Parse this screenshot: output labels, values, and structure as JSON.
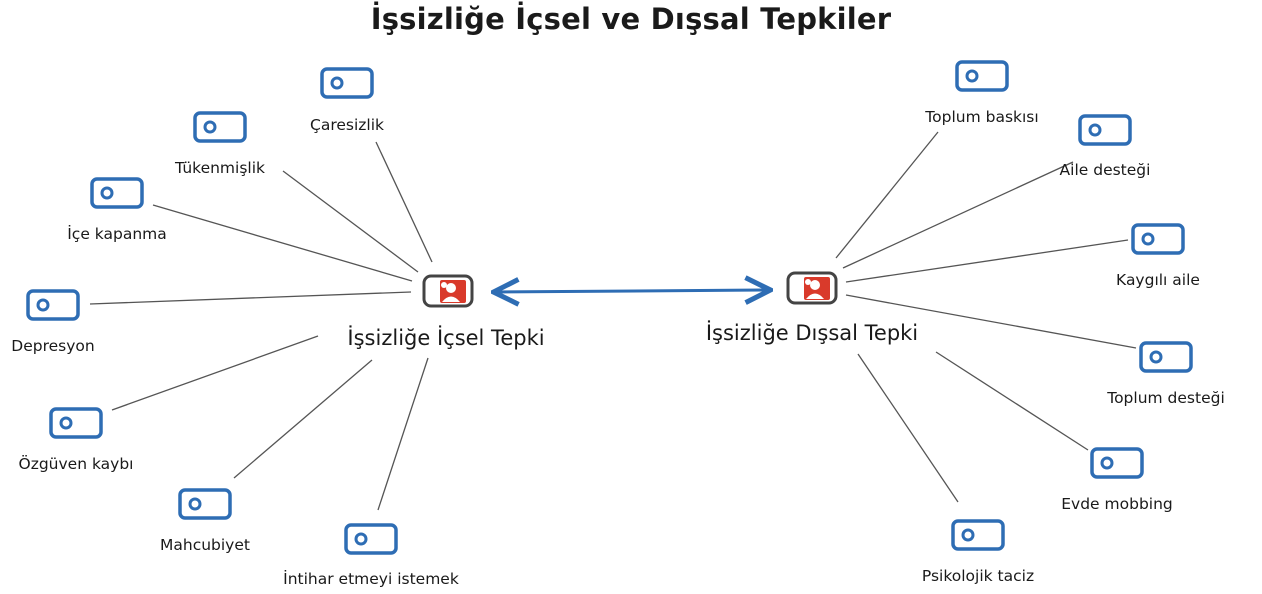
{
  "title": "İşsizliğe İçsel ve Dışsal Tepkiler",
  "hubs": {
    "internal": {
      "label": "İşsizliğe İçsel Tepki",
      "icon": "person-group-icon"
    },
    "external": {
      "label": "İşsizliğe Dışsal Tepki",
      "icon": "person-group-icon"
    }
  },
  "connector": {
    "type": "bidirectional-arrow",
    "color": "#2e6db4"
  },
  "internal_nodes": [
    "Çaresizlik",
    "Tükenmişlik",
    "İçe kapanma",
    "Depresyon",
    "Özgüven kaybı",
    "Mahcubiyet",
    "İntihar etmeyi istemek"
  ],
  "external_nodes": [
    "Toplum baskısı",
    "Aile desteği",
    "Kaygılı aile",
    "Toplum desteği",
    "Evde mobbing",
    "Psikolojik taciz"
  ],
  "colors": {
    "node_icon_stroke": "#2e6db4",
    "hub_icon_fill": "#d93a2b",
    "line": "#555555"
  }
}
